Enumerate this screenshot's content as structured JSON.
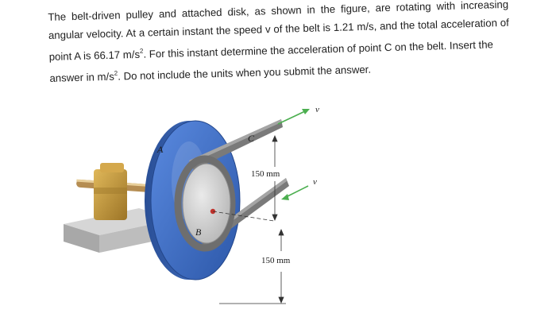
{
  "problem": {
    "line1": "The belt-driven pulley and attached disk, as shown in the figure, are rotating with increasing",
    "line2": "angular velocity. At a certain instant the speed v of the belt is 1.21 m/s, and the total acceleration of",
    "line3_a": "point A is 66.17 m/s",
    "line3_sup": "2",
    "line3_b": ". For this instant determine the acceleration of point C on the belt. Insert the",
    "line4_a": "answer in m/s",
    "line4_sup": "2",
    "line4_b": ". Do not include the units when you submit the answer."
  },
  "figure": {
    "label_A": "A",
    "label_B": "B",
    "label_C": "C",
    "label_v_top": "v",
    "label_v_mid": "v",
    "dim_upper": "150 mm",
    "dim_lower": "150 mm"
  },
  "colors": {
    "disk": "#3f6fc9",
    "pulley": "#c9c9c9",
    "belt": "#7c7c7c",
    "bearing": "#c59a3f",
    "base": "#b9b9b9",
    "arrow": "#4caf50"
  }
}
